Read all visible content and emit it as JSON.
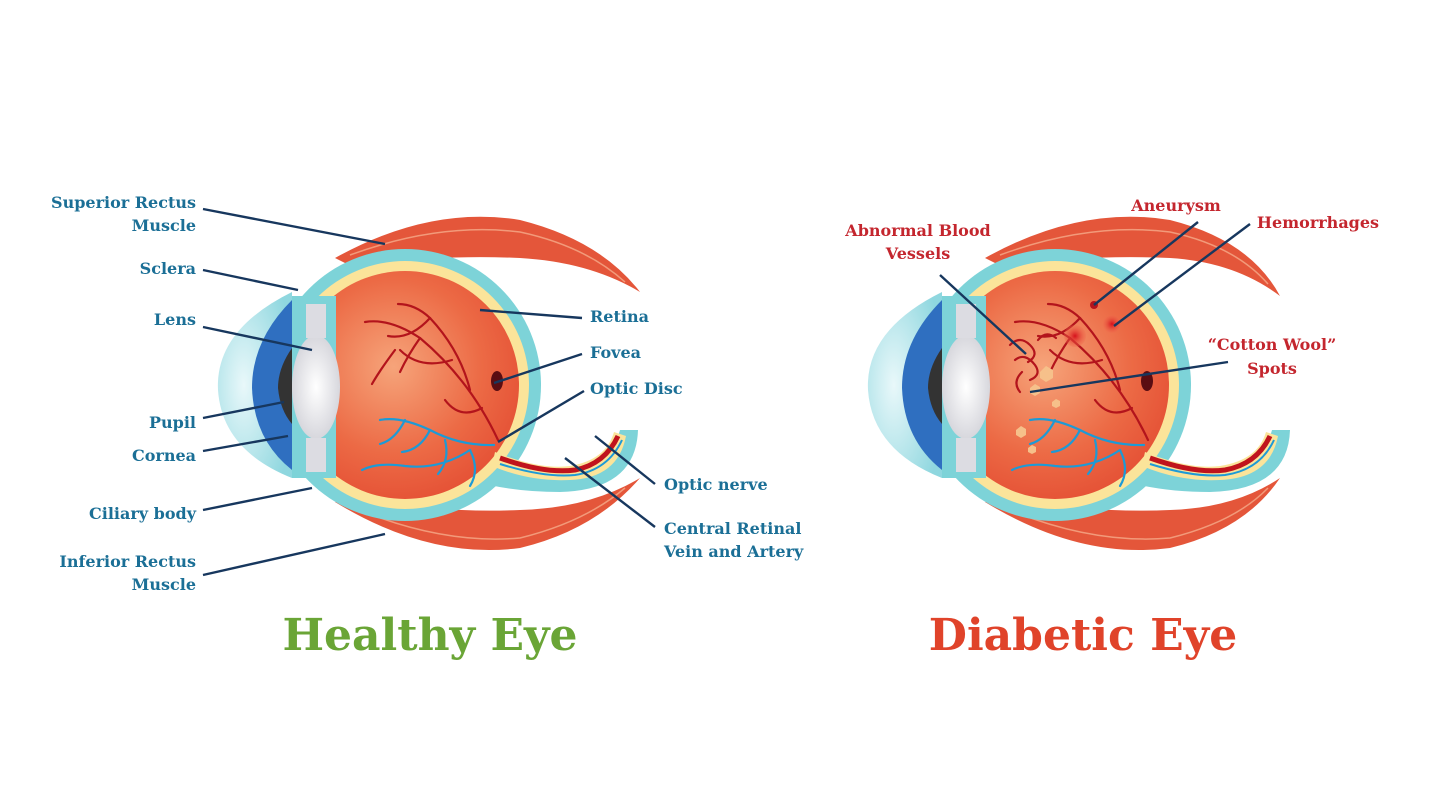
{
  "healthy": {
    "title": "Healthy Eye",
    "title_color": "#6aa536",
    "labels": {
      "superior_rectus_1": "Superior Rectus",
      "superior_rectus_2": "Muscle",
      "sclera": "Sclera",
      "lens": "Lens",
      "pupil": "Pupil",
      "cornea": "Cornea",
      "ciliary_body": "Ciliary body",
      "inferior_rectus_1": "Inferior Rectus",
      "inferior_rectus_2": "Muscle",
      "retina": "Retina",
      "fovea": "Fovea",
      "optic_disc": "Optic Disc",
      "optic_nerve": "Optic nerve",
      "central_retinal_1": "Central Retinal",
      "central_retinal_2": "Vein and Artery"
    }
  },
  "diabetic": {
    "title": "Diabetic Eye",
    "title_color": "#e0432a",
    "labels": {
      "abnormal_1": "Abnormal Blood",
      "abnormal_2": "Vessels",
      "aneurysm": "Aneurysm",
      "hemorrhages": "Hemorrhages",
      "cotton_1": "“Cotton Wool”",
      "cotton_2": "Spots"
    }
  },
  "colors": {
    "label_blue": "#1b6f96",
    "label_red": "#c4262e",
    "muscle": "#e4563a",
    "eyeball": "#e8533a",
    "sclera_ring": "#7dd3d8",
    "retina_band": "#fbe49a",
    "cornea": "#2f6fc0",
    "leader": "#17375e"
  }
}
